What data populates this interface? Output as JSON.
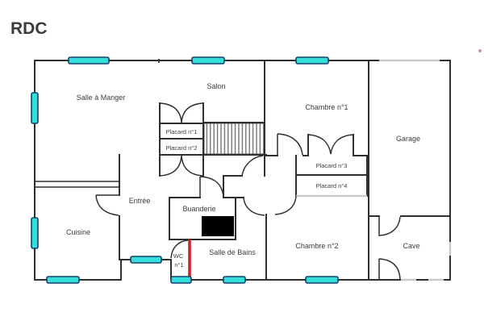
{
  "title": {
    "label": "RDC"
  },
  "colors": {
    "title": "#2633cb",
    "wall": "#2f2f2f",
    "window_fill": "#35dedd",
    "window_stroke": "#15406b",
    "red_door": "#cf1f1f",
    "open_wall_gray": "#c9c9c9",
    "stair_hatch": "#6a6a6a",
    "utility_block": "#000000"
  },
  "rooms": [
    {
      "id": "salle-a-manger",
      "label": "Salle à Manger"
    },
    {
      "id": "salon",
      "label": "Salon"
    },
    {
      "id": "chambre-1",
      "label": "Chambre n°1"
    },
    {
      "id": "garage",
      "label": "Garage"
    },
    {
      "id": "placard-1",
      "label": "Placard n°1"
    },
    {
      "id": "placard-2",
      "label": "Placard n°2"
    },
    {
      "id": "placard-3",
      "label": "Placard n°3"
    },
    {
      "id": "placard-4",
      "label": "Placard n°4"
    },
    {
      "id": "entree",
      "label": "Entrée"
    },
    {
      "id": "buanderie",
      "label": "Buanderie"
    },
    {
      "id": "cuisine",
      "label": "Cuisine"
    },
    {
      "id": "wc-1",
      "label": "WC n°1",
      "line1": "WC",
      "line2": "n°1"
    },
    {
      "id": "salle-de-bains",
      "label": "Salle de Bains"
    },
    {
      "id": "chambre-2",
      "label": "Chambre n°2"
    },
    {
      "id": "cave",
      "label": "Cave"
    }
  ],
  "features": {
    "staircase": "hatched stair run between Salon and Chambre n°1",
    "utility_block": "black filled block in Buanderie",
    "red_partition": "red highlighted WC n°1 partition wall with door swing",
    "garage_door_opening": "light gray opening in top wall of Garage",
    "windows": [
      {
        "room": "salle-a-manger",
        "wall": "top"
      },
      {
        "room": "salon",
        "wall": "top"
      },
      {
        "room": "chambre-1",
        "wall": "top"
      },
      {
        "room": "salle-a-manger",
        "wall": "left"
      },
      {
        "room": "cuisine",
        "wall": "left"
      },
      {
        "room": "cuisine",
        "wall": "bottom"
      },
      {
        "room": "entree",
        "wall": "bottom-recess"
      },
      {
        "room": "wc-1",
        "wall": "bottom"
      },
      {
        "room": "salle-de-bains",
        "wall": "bottom"
      },
      {
        "room": "chambre-2",
        "wall": "bottom"
      }
    ]
  }
}
